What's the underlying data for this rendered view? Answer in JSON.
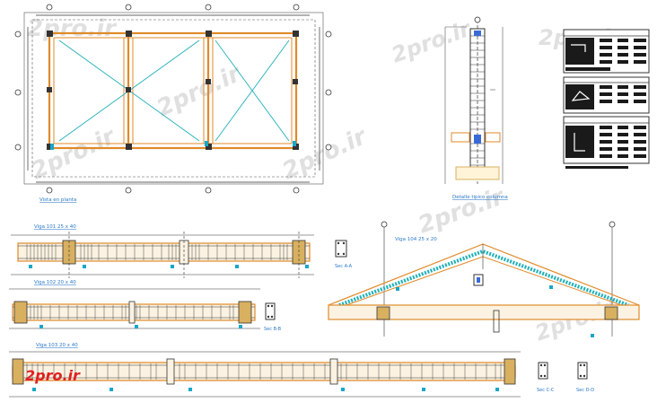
{
  "watermarks": [
    "2pro.ir",
    "2pro.ir",
    "2pro.ir",
    "2pro.ir",
    "2pro.ir",
    "2pro.ir",
    "2pro.ir",
    "2pro.ir"
  ],
  "logo_text": "2pro.ir",
  "colors": {
    "beam": "#e08a2a",
    "diagonal": "#20b0b8",
    "label": "#2a78c8",
    "rebar": "#3a3a3a",
    "dim": "#555555",
    "logo": "#e02020",
    "concrete": "#d8b060",
    "highlight_blue": "#3a6ad8"
  },
  "labels": {
    "plan_title": "Vista en planta",
    "column_title": "Detalle tipico columna",
    "beam1": "Viga 101 25 x 40",
    "beam2": "Viga 102 20 x 40",
    "beam3": "Viga 103 20 x 40",
    "roof_beam": "Viga 104 25 x 20",
    "sec_a": "Sec A-A",
    "sec_b": "Sec B-B",
    "sec_c": "Sec C-C",
    "sec_d": "Sec D-D"
  }
}
